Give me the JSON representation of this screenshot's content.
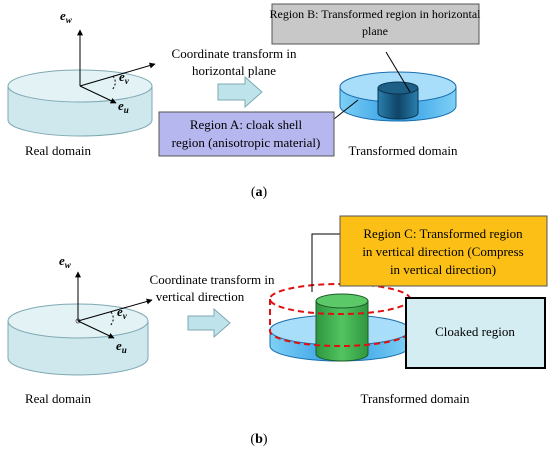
{
  "panel_a": {
    "axis_w": "w",
    "axis_v": "v",
    "axis_u": "u",
    "axis_symbol": "e",
    "transform_label_line1": "Coordinate transform in",
    "transform_label_line2": "horizontal plane",
    "region_b_line1": "Region B: Transformed region in horizontal",
    "region_b_line2": "plane",
    "region_a_line1": "Region A: cloak shell",
    "region_a_line2": "region (anisotropic material)",
    "real_domain": "Real domain",
    "transformed_domain": "Transformed domain",
    "caption_letter": "a"
  },
  "panel_b": {
    "axis_w": "w",
    "axis_v": "v",
    "axis_u": "u",
    "axis_symbol": "e",
    "transform_label_line1": "Coordinate transform in",
    "transform_label_line2": "vertical direction",
    "region_c_line1": "Region C: Transformed region",
    "region_c_line2": "in vertical direction (Compress",
    "region_c_line3": "in vertical direction)",
    "cloaked_region": "Cloaked region",
    "real_domain": "Real domain",
    "transformed_domain": "Transformed domain",
    "caption_letter": "b"
  },
  "colors": {
    "disk_fill": "#cfe8ee",
    "transformed_disk": "#3fa3e6",
    "inner_cylinder": "#1d5f86",
    "green_cylinder": "#3aa84a",
    "region_b_box": "#c8c8c8",
    "region_a_box": "#b7b7ef",
    "region_c_box": "#fbbf16",
    "cloaked_box": "#d4edf2",
    "arrow": "#bfe3ea",
    "dashed": "#e01010"
  }
}
